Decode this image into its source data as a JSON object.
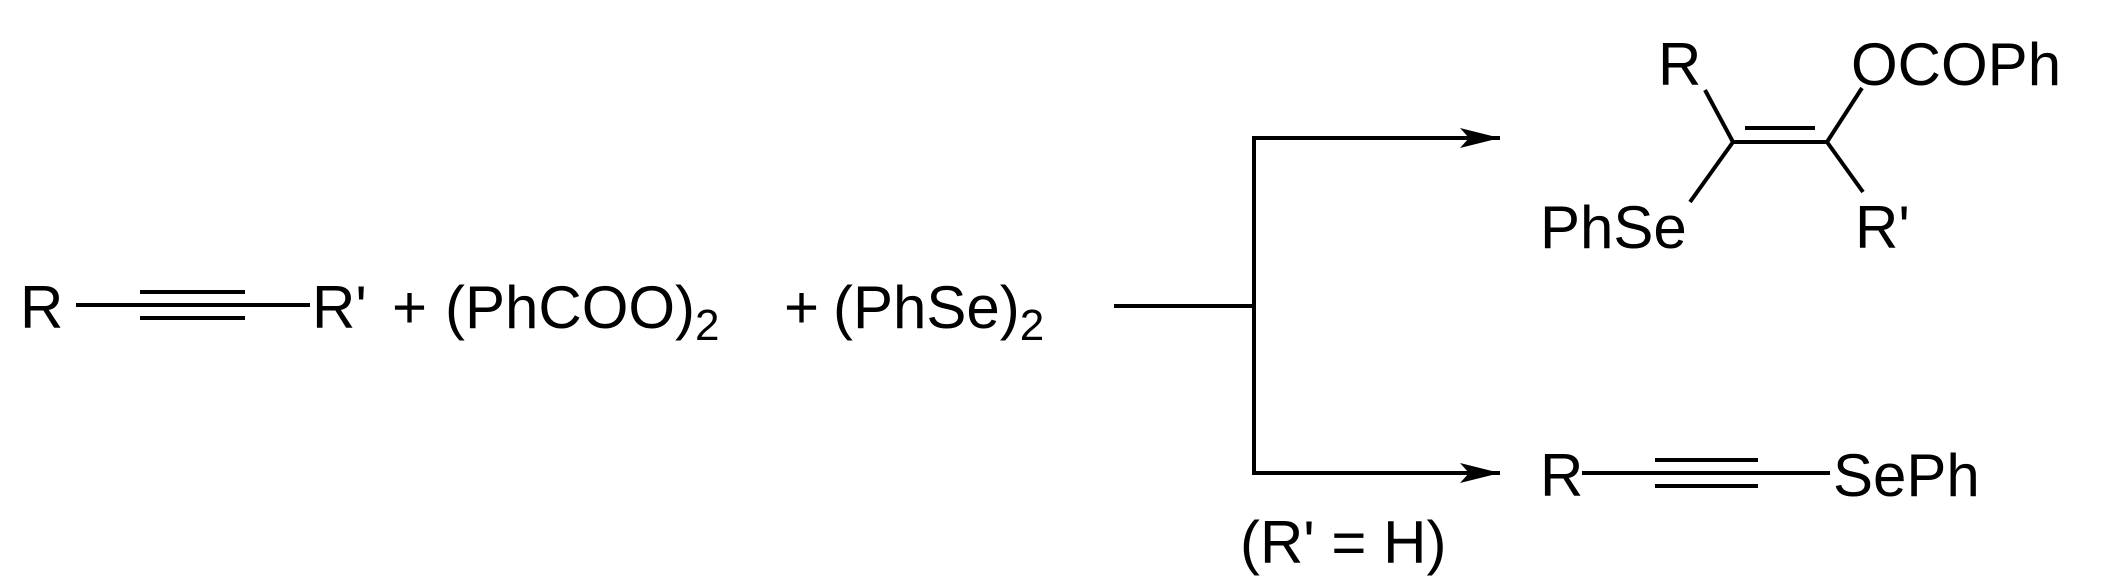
{
  "reactants": {
    "alkyne_left": "R",
    "alkyne_right": "R'",
    "plus_1": "+",
    "peroxide_open": "(PhCOO)",
    "peroxide_subscript": "2",
    "plus_2": "+",
    "diselenide_open": "(PhSe)",
    "diselenide_subscript": "2"
  },
  "product_top": {
    "r_label": "R",
    "ester_label": "OCOPh",
    "phse_label": "PhSe",
    "r_prime_label": "R'"
  },
  "product_bottom": {
    "r_label": "R",
    "sephs_label": "SePh"
  },
  "conditions": {
    "bottom_branch": "(R' = H)"
  }
}
